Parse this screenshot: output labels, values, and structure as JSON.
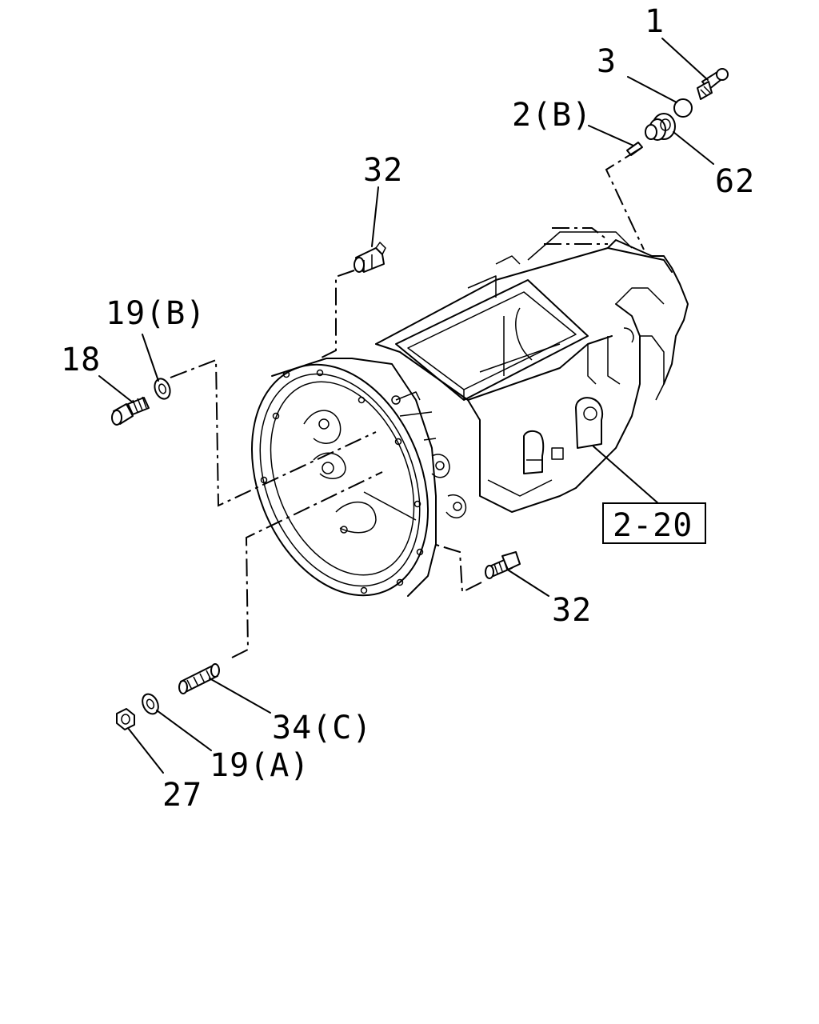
{
  "diagram": {
    "callouts": {
      "c1": "1",
      "c3": "3",
      "c2b": "2(B)",
      "c62": "62",
      "c32_top": "32",
      "c19b": "19(B)",
      "c18": "18",
      "c220": "2-20",
      "c32_right": "32",
      "c34c": "34(C)",
      "c19a": "19(A)",
      "c27": "27"
    }
  }
}
